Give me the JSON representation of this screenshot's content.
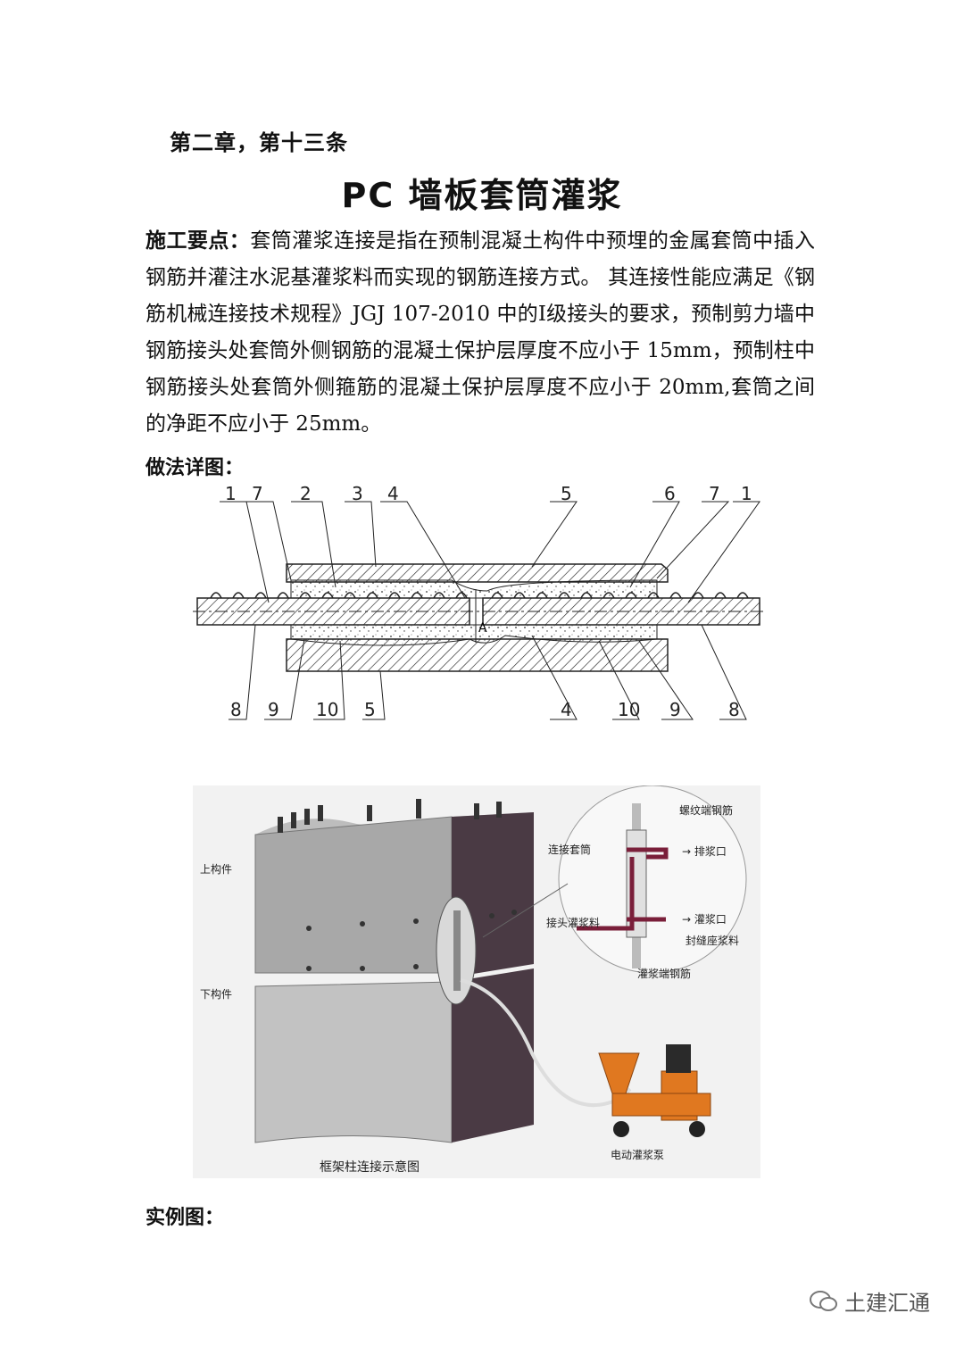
{
  "chapter": "第二章，第十三条",
  "title": "PC 墙板套筒灌浆",
  "paragraph": {
    "lead": "施工要点：",
    "text": "套筒灌浆连接是指在预制混凝土构件中预埋的金属套筒中插入钢筋并灌注水泥基灌浆料而实现的钢筋连接方式。 其连接性能应满足《钢筋机械连接技术规程》JGJ 107-2010  中的Ⅰ级接头的要求，预制剪力墙中钢筋接头处套筒外侧钢筋的混凝土保护层厚度不应小于 15mm，预制柱中钢筋接头处套筒外侧箍筋的混凝土保护层厚度不应小于 20mm,套筒之间的净距不应小于 25mm。"
  },
  "detail_label": "做法详图：",
  "example_label": "实例图：",
  "sleeve_diagram": {
    "top_numbers": [
      "1",
      "7",
      "2",
      "3",
      "4",
      "5",
      "6",
      "7",
      "1"
    ],
    "bottom_numbers": [
      "8",
      "9",
      "10",
      "5",
      "4",
      "10",
      "9",
      "8"
    ],
    "center_mark": "A"
  },
  "column_diagram": {
    "upper_member": "上构件",
    "lower_member": "下构件",
    "caption": "框架柱连接示意图",
    "pump_label": "电动灌浆泵",
    "callouts": {
      "threaded_rebar": "螺纹端钢筋",
      "sleeve": "连接套筒",
      "outlet": "→ 排浆口",
      "joint_grout": "接头灌浆料",
      "inlet": "→ 灌浆口",
      "seat_grout": "封缝座浆料",
      "grout_end_rebar": "灌浆端钢筋"
    }
  },
  "watermark": "土建汇通"
}
